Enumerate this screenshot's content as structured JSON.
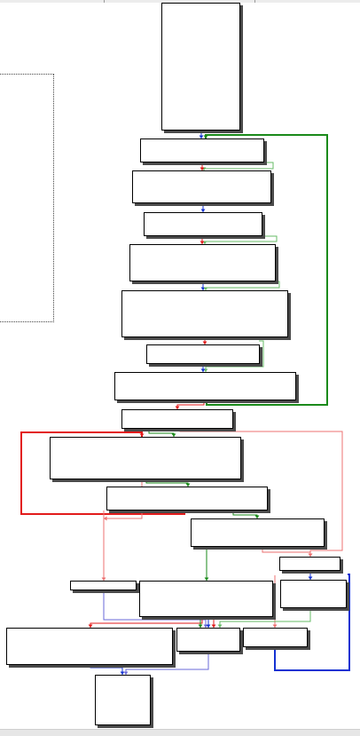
{
  "graph": {
    "colors": {
      "true_branch": "#1a8a1a",
      "true_branch_light": "#66bb66",
      "false_branch": "#e21b1b",
      "false_branch_light": "#ee7070",
      "unconditional": "#1432d2",
      "unconditional_light": "#6a6ad8",
      "node_border": "#000000",
      "node_fill": "#ffffff",
      "node_shadow": "#4a4a4a",
      "background": "#ffffff"
    },
    "nodes": [
      {
        "id": "block-01"
      },
      {
        "id": "block-02"
      },
      {
        "id": "block-03"
      },
      {
        "id": "block-04"
      },
      {
        "id": "block-05"
      },
      {
        "id": "block-06"
      },
      {
        "id": "block-07"
      },
      {
        "id": "block-08"
      },
      {
        "id": "block-09"
      },
      {
        "id": "block-10"
      },
      {
        "id": "block-11"
      },
      {
        "id": "block-12"
      },
      {
        "id": "block-13"
      },
      {
        "id": "block-14"
      },
      {
        "id": "block-15"
      },
      {
        "id": "block-16"
      },
      {
        "id": "block-17"
      },
      {
        "id": "block-18"
      },
      {
        "id": "block-19"
      },
      {
        "id": "block-20"
      },
      {
        "id": "block-21"
      },
      {
        "id": "block-22"
      }
    ],
    "groups": [
      {
        "id": "collapsed-group"
      }
    ]
  }
}
